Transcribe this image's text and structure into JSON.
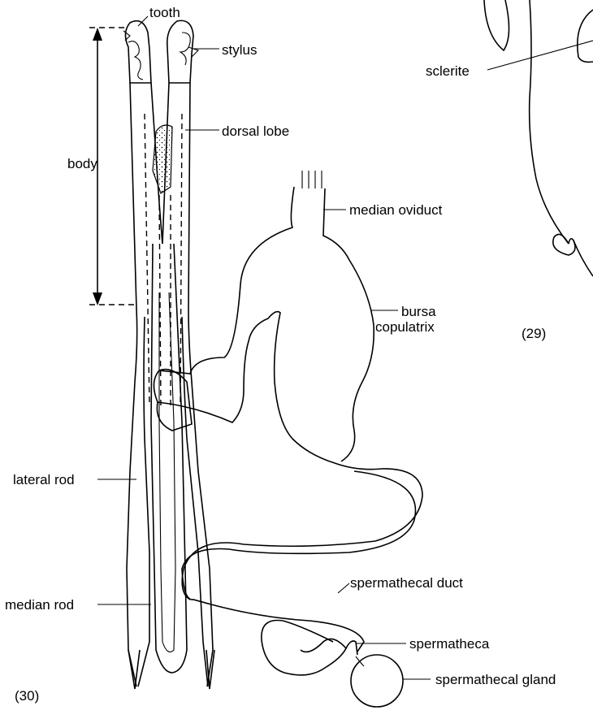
{
  "labels": {
    "tooth": "tooth",
    "stylus": "stylus",
    "dorsal_lobe": "dorsal lobe",
    "body": "body",
    "median_oviduct": "median oviduct",
    "bursa_line1": "bursa",
    "bursa_line2": "copulatrix",
    "lateral_rod": "lateral rod",
    "median_rod": "median rod",
    "spermathecal_duct": "spermathecal duct",
    "spermatheca": "spermatheca",
    "spermathecal_gland": "spermathecal gland",
    "sclerite": "sclerite"
  },
  "figure_numbers": {
    "fig30": "(30)",
    "fig29": "(29)"
  }
}
